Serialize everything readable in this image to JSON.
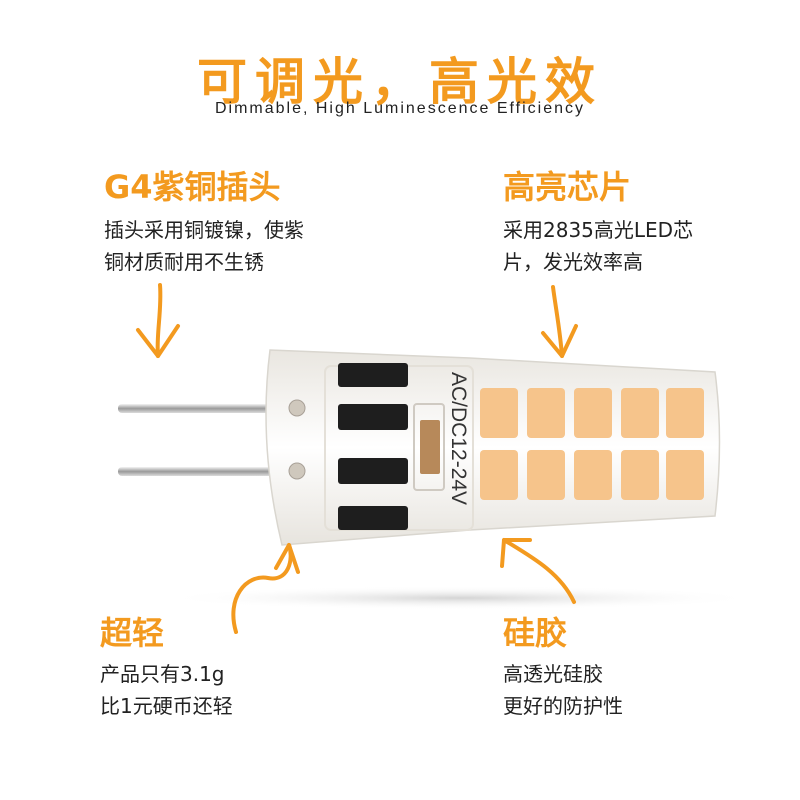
{
  "header": {
    "title": "可调光，高光效",
    "subtitle": "Dimmable, High Luminescence Efficiency"
  },
  "features": {
    "copper_plug": {
      "title": "G4紫铜插头",
      "desc_line1": "插头采用铜镀镍，使紫",
      "desc_line2": "铜材质耐用不生锈"
    },
    "bright_chip": {
      "title": "高亮芯片",
      "desc_line1": "采用2835高光LED芯",
      "desc_line2": "片，发光效率高"
    },
    "ultralight": {
      "title": "超轻",
      "desc_line1": "产品只有3.1g",
      "desc_line2": "比1元硬币还轻"
    },
    "silicone": {
      "title": "硅胶",
      "desc_line1": "高透光硅胶",
      "desc_line2": "更好的防护性"
    }
  },
  "bulb": {
    "print_label": "AC/DC12-24V"
  },
  "colors": {
    "accent": "#f39a1f",
    "led": "#f6c48b",
    "text": "#222222"
  }
}
